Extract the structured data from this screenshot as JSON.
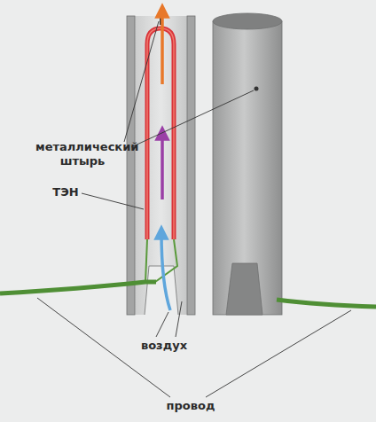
{
  "diagram": {
    "labels": [
      "металлический штырь",
      "ТЭН",
      "воздух",
      "провод"
    ]
  }
}
